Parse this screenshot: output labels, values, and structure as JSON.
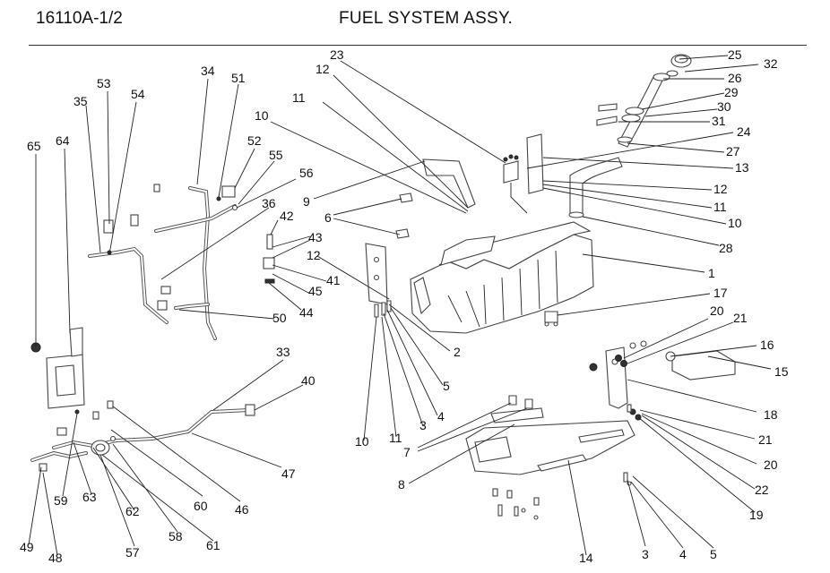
{
  "header": {
    "code": "16110A-1/2",
    "title": "FUEL SYSTEM ASSY."
  },
  "callouts": [
    {
      "id": "c65",
      "text": "65"
    },
    {
      "id": "c64",
      "text": "64"
    },
    {
      "id": "c35",
      "text": "35"
    },
    {
      "id": "c53",
      "text": "53"
    },
    {
      "id": "c54",
      "text": "54"
    },
    {
      "id": "c34",
      "text": "34"
    },
    {
      "id": "c51",
      "text": "51"
    },
    {
      "id": "c52",
      "text": "52"
    },
    {
      "id": "c55",
      "text": "55"
    },
    {
      "id": "c56",
      "text": "56"
    },
    {
      "id": "c36",
      "text": "36"
    },
    {
      "id": "c42",
      "text": "42"
    },
    {
      "id": "c43",
      "text": "43"
    },
    {
      "id": "c41",
      "text": "41"
    },
    {
      "id": "c45",
      "text": "45"
    },
    {
      "id": "c44",
      "text": "44"
    },
    {
      "id": "c50",
      "text": "50"
    },
    {
      "id": "c23",
      "text": "23"
    },
    {
      "id": "c12a",
      "text": "12"
    },
    {
      "id": "c11a",
      "text": "11"
    },
    {
      "id": "c10a",
      "text": "10"
    },
    {
      "id": "c9",
      "text": "9"
    },
    {
      "id": "c6",
      "text": "6"
    },
    {
      "id": "c25",
      "text": "25"
    },
    {
      "id": "c32",
      "text": "32"
    },
    {
      "id": "c26",
      "text": "26"
    },
    {
      "id": "c29",
      "text": "29"
    },
    {
      "id": "c30",
      "text": "30"
    },
    {
      "id": "c31",
      "text": "31"
    },
    {
      "id": "c24",
      "text": "24"
    },
    {
      "id": "c27",
      "text": "27"
    },
    {
      "id": "c13",
      "text": "13"
    },
    {
      "id": "c12b",
      "text": "12"
    },
    {
      "id": "c11b",
      "text": "11"
    },
    {
      "id": "c10b",
      "text": "10"
    },
    {
      "id": "c28",
      "text": "28"
    },
    {
      "id": "c1",
      "text": "1"
    },
    {
      "id": "c17",
      "text": "17"
    },
    {
      "id": "c12c",
      "text": "12"
    },
    {
      "id": "c2",
      "text": "2"
    },
    {
      "id": "c5a",
      "text": "5"
    },
    {
      "id": "c4a",
      "text": "4"
    },
    {
      "id": "c3a",
      "text": "3"
    },
    {
      "id": "c11c",
      "text": "11"
    },
    {
      "id": "c10c",
      "text": "10"
    },
    {
      "id": "c7",
      "text": "7"
    },
    {
      "id": "c8",
      "text": "8"
    },
    {
      "id": "c14",
      "text": "14"
    },
    {
      "id": "c20a",
      "text": "20"
    },
    {
      "id": "c21a",
      "text": "21"
    },
    {
      "id": "c16",
      "text": "16"
    },
    {
      "id": "c15",
      "text": "15"
    },
    {
      "id": "c18",
      "text": "18"
    },
    {
      "id": "c21b",
      "text": "21"
    },
    {
      "id": "c20b",
      "text": "20"
    },
    {
      "id": "c22",
      "text": "22"
    },
    {
      "id": "c19",
      "text": "19"
    },
    {
      "id": "c3b",
      "text": "3"
    },
    {
      "id": "c4b",
      "text": "4"
    },
    {
      "id": "c5b",
      "text": "5"
    },
    {
      "id": "c33",
      "text": "33"
    },
    {
      "id": "c40",
      "text": "40"
    },
    {
      "id": "c47",
      "text": "47"
    },
    {
      "id": "c46",
      "text": "46"
    },
    {
      "id": "c60",
      "text": "60"
    },
    {
      "id": "c61",
      "text": "61"
    },
    {
      "id": "c58",
      "text": "58"
    },
    {
      "id": "c57",
      "text": "57"
    },
    {
      "id": "c62",
      "text": "62"
    },
    {
      "id": "c63",
      "text": "63"
    },
    {
      "id": "c59",
      "text": "59"
    },
    {
      "id": "c49",
      "text": "49"
    },
    {
      "id": "c48",
      "text": "48"
    }
  ]
}
